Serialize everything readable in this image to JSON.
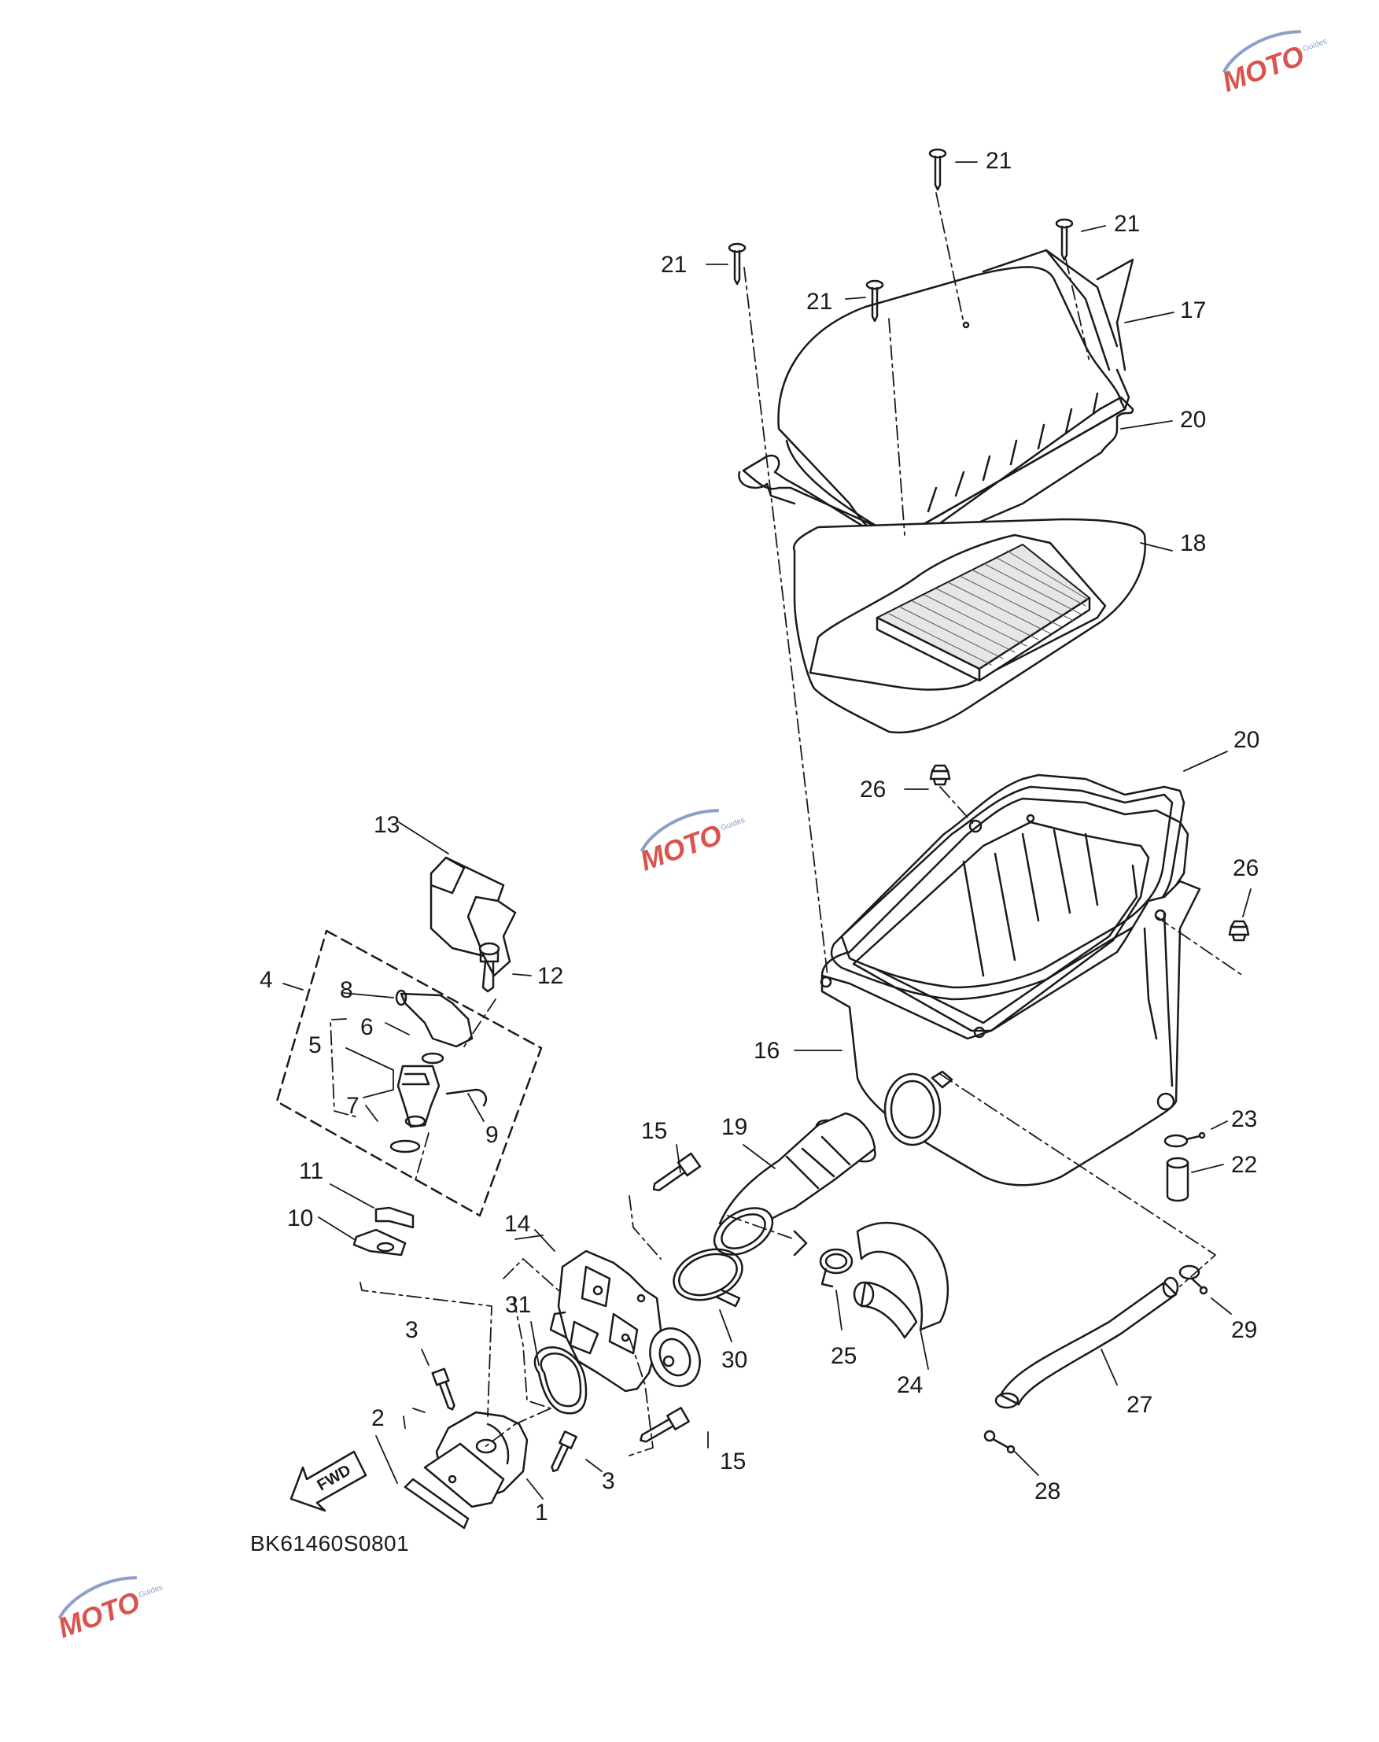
{
  "diagram_code": "BK61460S0801",
  "fwd_label": "FWD",
  "watermark": {
    "text": "MOTO",
    "sub": "Guides",
    "accent": "#d9534f",
    "swoosh": "#8aa0c8"
  },
  "callouts": [
    {
      "id": "c1",
      "label": "1"
    },
    {
      "id": "c2",
      "label": "2"
    },
    {
      "id": "c3a",
      "label": "3"
    },
    {
      "id": "c3b",
      "label": "3"
    },
    {
      "id": "c4",
      "label": "4"
    },
    {
      "id": "c5",
      "label": "5"
    },
    {
      "id": "c6",
      "label": "6"
    },
    {
      "id": "c7",
      "label": "7"
    },
    {
      "id": "c8",
      "label": "8"
    },
    {
      "id": "c9",
      "label": "9"
    },
    {
      "id": "c10",
      "label": "10"
    },
    {
      "id": "c11",
      "label": "11"
    },
    {
      "id": "c12",
      "label": "12"
    },
    {
      "id": "c13",
      "label": "13"
    },
    {
      "id": "c14",
      "label": "14"
    },
    {
      "id": "c15a",
      "label": "15"
    },
    {
      "id": "c15b",
      "label": "15"
    },
    {
      "id": "c16",
      "label": "16"
    },
    {
      "id": "c17",
      "label": "17"
    },
    {
      "id": "c18",
      "label": "18"
    },
    {
      "id": "c19",
      "label": "19"
    },
    {
      "id": "c20a",
      "label": "20"
    },
    {
      "id": "c20b",
      "label": "20"
    },
    {
      "id": "c21a",
      "label": "21"
    },
    {
      "id": "c21b",
      "label": "21"
    },
    {
      "id": "c21c",
      "label": "21"
    },
    {
      "id": "c21d",
      "label": "21"
    },
    {
      "id": "c22",
      "label": "22"
    },
    {
      "id": "c23",
      "label": "23"
    },
    {
      "id": "c24",
      "label": "24"
    },
    {
      "id": "c25",
      "label": "25"
    },
    {
      "id": "c26a",
      "label": "26"
    },
    {
      "id": "c26b",
      "label": "26"
    },
    {
      "id": "c27",
      "label": "27"
    },
    {
      "id": "c28",
      "label": "28"
    },
    {
      "id": "c29",
      "label": "29"
    },
    {
      "id": "c30",
      "label": "30"
    },
    {
      "id": "c31",
      "label": "31"
    }
  ]
}
